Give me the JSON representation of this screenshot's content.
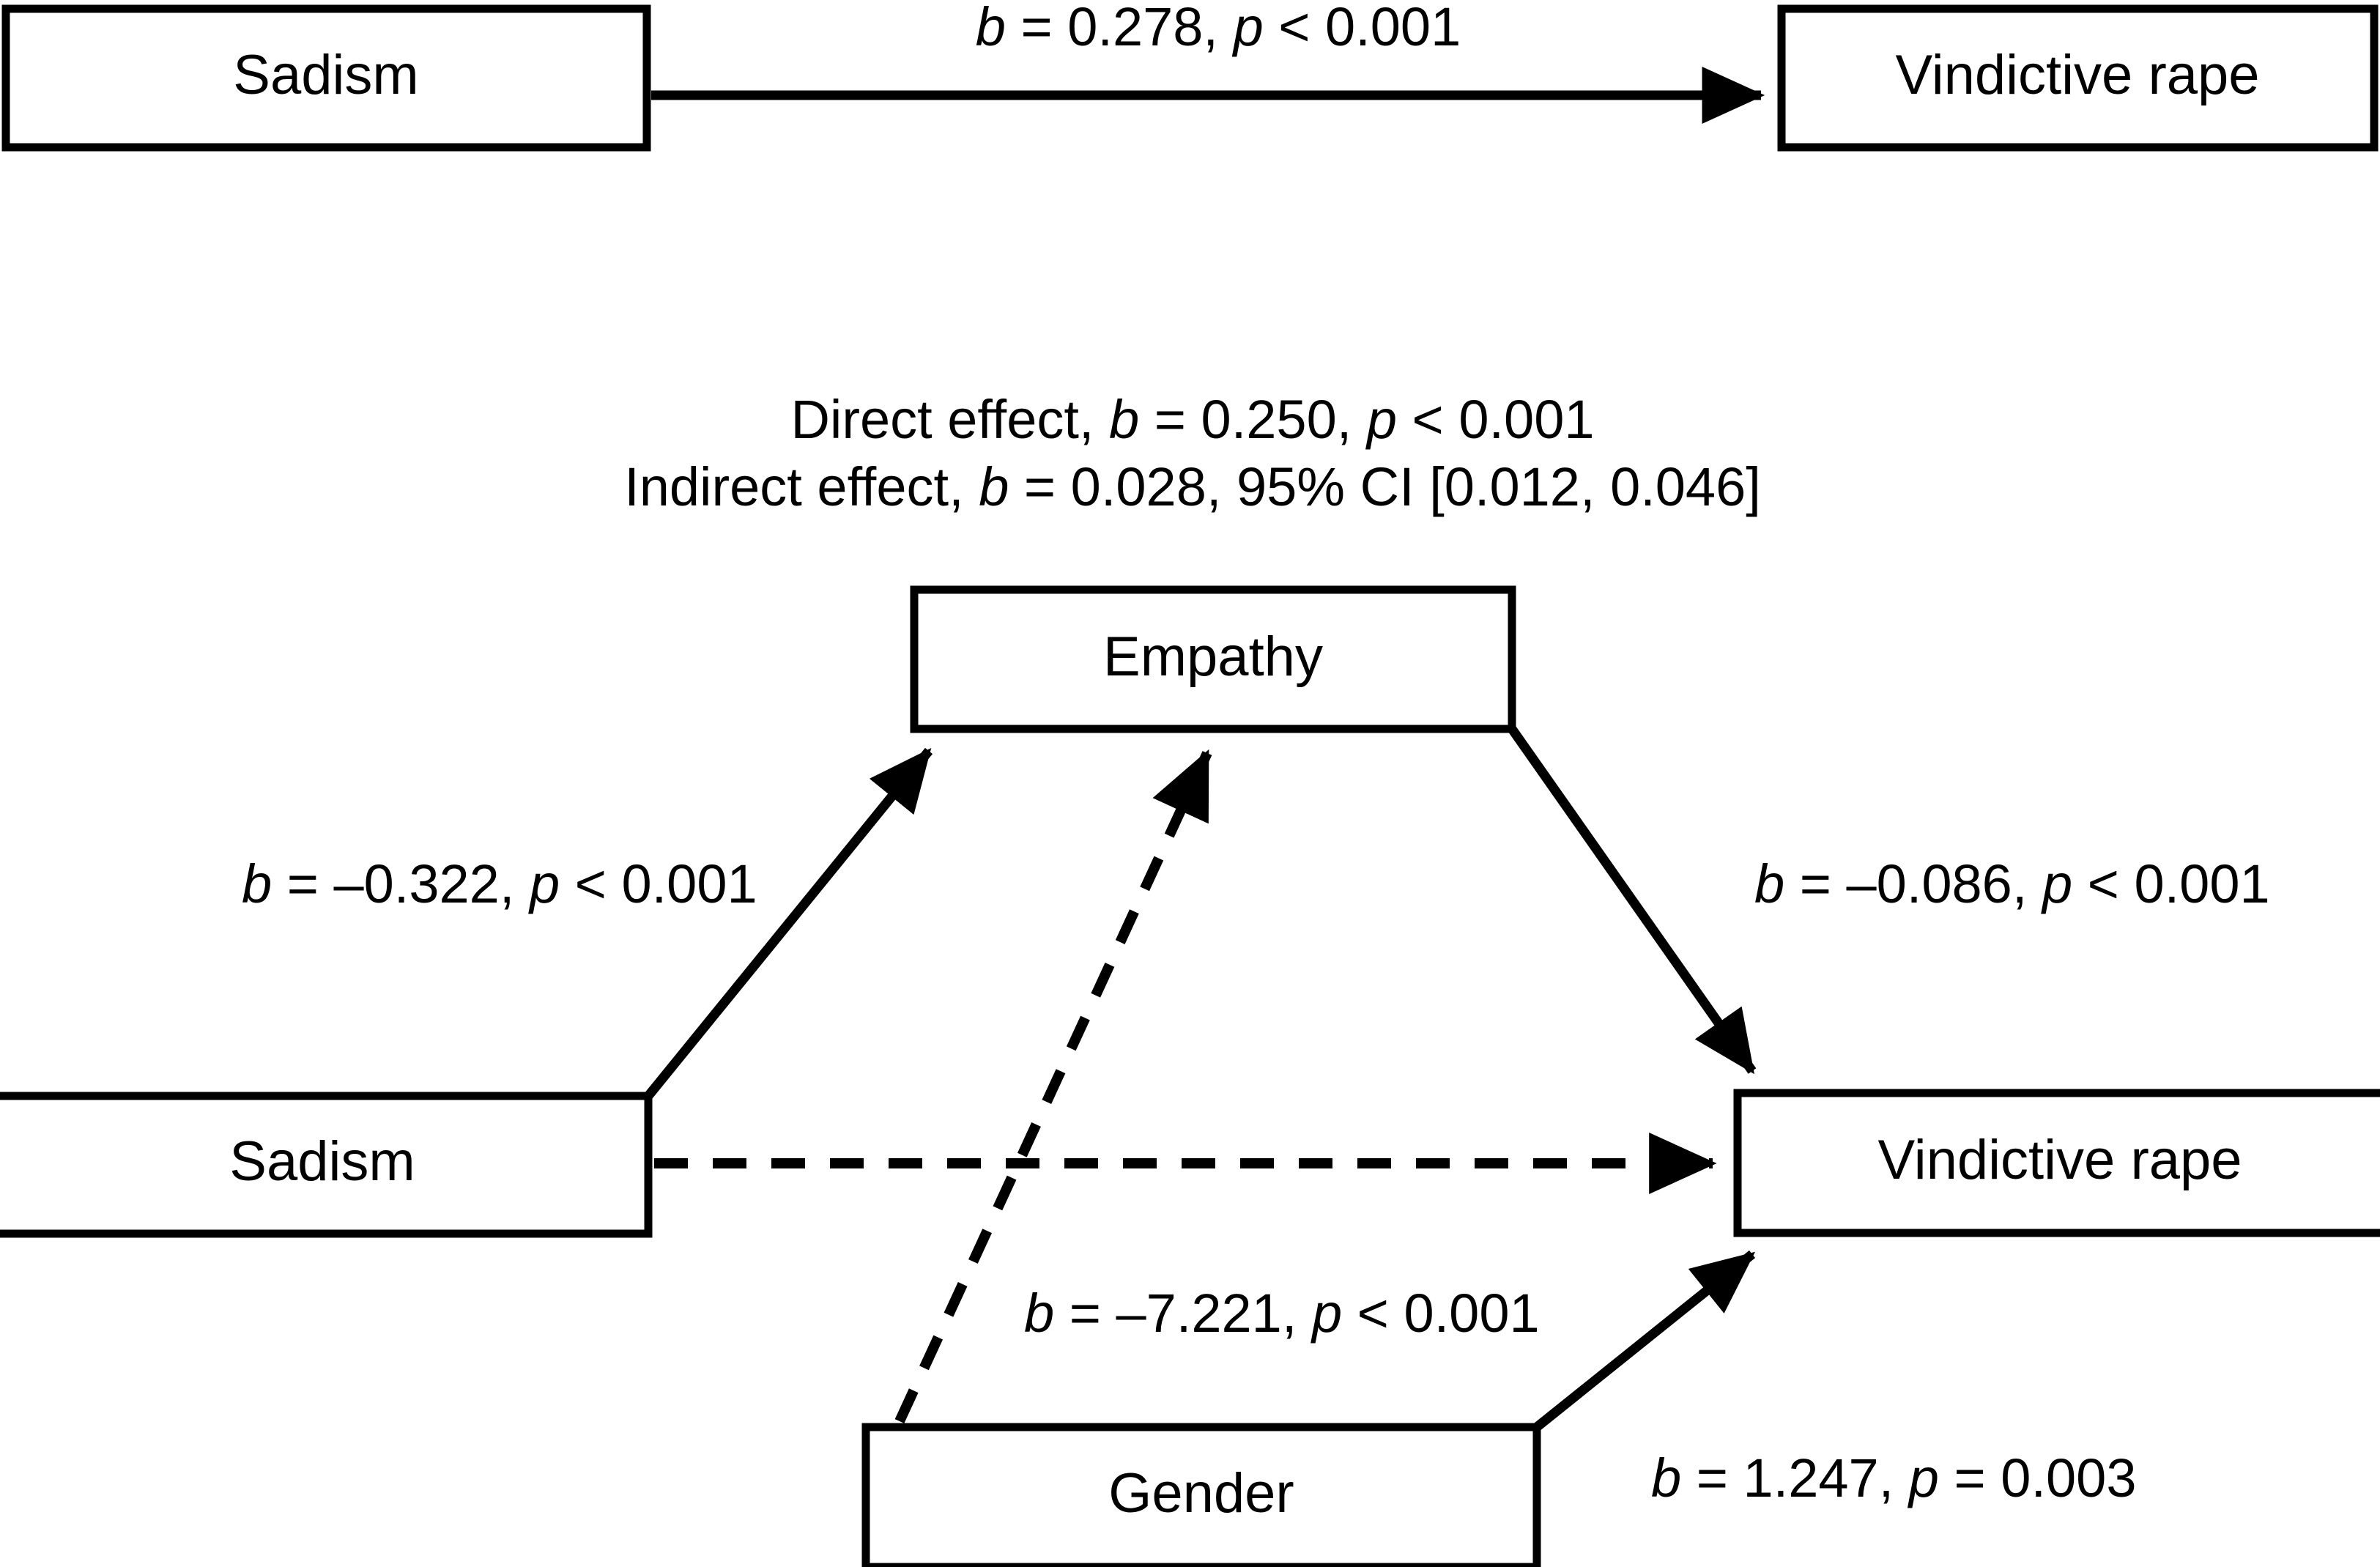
{
  "figure": {
    "type": "mediation-path-diagram",
    "background": "#ffffff",
    "line_color": "#000000"
  },
  "top_model": {
    "predictor_label": "Sadism",
    "outcome_label": "Vindictive rape",
    "path_label": {
      "b_symbol": "b",
      "b_text": " = 0.278, ",
      "p_symbol": "p",
      "p_text": " < 0.001",
      "full": "b = 0.278, p < 0.001"
    }
  },
  "effects_summary": {
    "direct": {
      "prefix": "Direct effect, ",
      "b_symbol": "b",
      "b_text": " = 0.250, ",
      "p_symbol": "p",
      "p_text": " < 0.001",
      "full": "Direct effect, b = 0.250, p < 0.001"
    },
    "indirect": {
      "prefix": "Indirect effect, ",
      "b_symbol": "b",
      "b_text": " = 0.028, 95% CI [0.012, 0.046]",
      "full": "Indirect effect, b = 0.028, 95% CI [0.012, 0.046]"
    }
  },
  "bottom_model": {
    "nodes": {
      "mediator_label": "Empathy",
      "predictor_label": "Sadism",
      "outcome_label": "Vindictive rape",
      "moderator_label": "Gender"
    },
    "paths": [
      {
        "name": "sadism-to-empathy",
        "style": "solid",
        "b_symbol": "b",
        "b_text": " = –0.322, ",
        "p_symbol": "p",
        "p_text": " < 0.001",
        "full": "b = –0.322, p < 0.001"
      },
      {
        "name": "empathy-to-vindictive-rape",
        "style": "solid",
        "b_symbol": "b",
        "b_text": " = –0.086, ",
        "p_symbol": "p",
        "p_text": " < 0.001",
        "full": "b = –0.086, p < 0.001"
      },
      {
        "name": "gender-to-empathy",
        "style": "dashed",
        "b_symbol": "b",
        "b_text": " = –7.221, ",
        "p_symbol": "p",
        "p_text": " < 0.001",
        "full": "b = –7.221, p < 0.001"
      },
      {
        "name": "gender-to-vindictive-rape",
        "style": "solid",
        "b_symbol": "b",
        "b_text": " = 1.247, ",
        "p_symbol": "p",
        "p_text": " = 0.003",
        "full": "b = 1.247, p = 0.003"
      },
      {
        "name": "sadism-to-vindictive-rape-direct",
        "style": "dashed",
        "full": ""
      }
    ]
  }
}
